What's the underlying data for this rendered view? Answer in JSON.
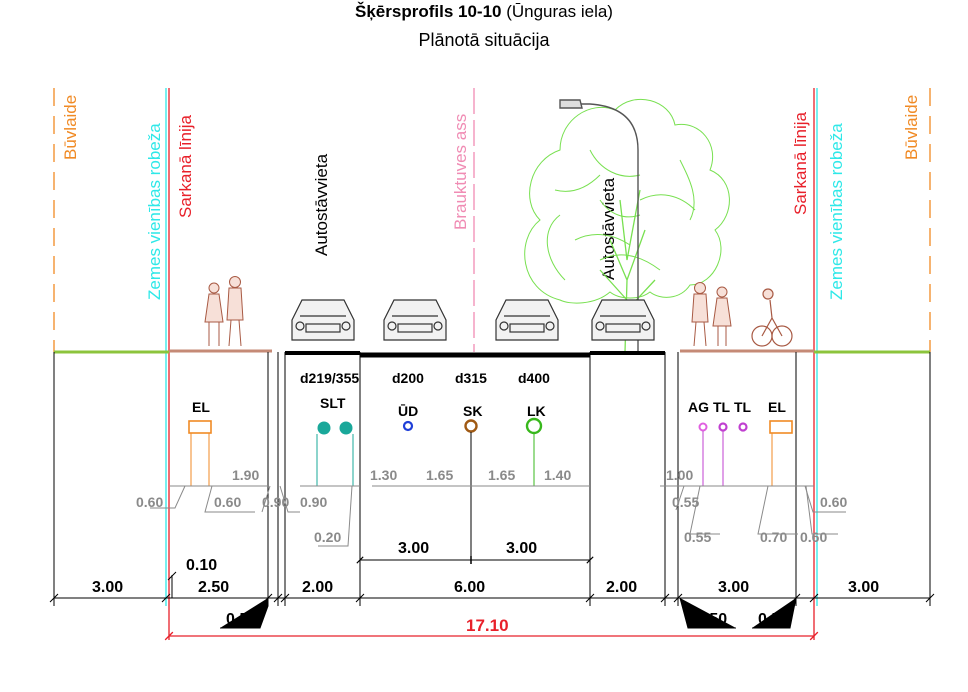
{
  "title": {
    "main_bold": "Šķērsprofils 10-10",
    "main_rest": " (Ūnguras iela)",
    "subtitle": "Plānotā situācija"
  },
  "vertical_labels": {
    "buvlaide_left": "Būvlaide",
    "zemes_left": "Zemes vienības robeža",
    "sarkana_left": "Sarkanā līnija",
    "autostavvieta_left": "Autostāvvieta",
    "brauktuves_ass": "Brauktuves ass",
    "autostavvieta_right": "Autostāvvieta",
    "sarkana_right": "Sarkanā līnija",
    "zemes_right": "Zemes vienības robeža",
    "buvlaide_right": "Būvlaide"
  },
  "utilities": {
    "el_left": "EL",
    "slt_diam": "d219/355",
    "slt": "SLT",
    "ud_diam": "d200",
    "ud": "ŪD",
    "sk_diam": "d315",
    "sk": "SK",
    "lk_diam": "d400",
    "lk": "LK",
    "ag": "AG",
    "tl1": "TL",
    "tl2": "TL",
    "el_right": "EL"
  },
  "offsets": {
    "d_190": "1.90",
    "d_060a": "0.60",
    "d_060b": "0.60",
    "d_090a": "0.90",
    "d_090b": "0.90",
    "d_020": "0.20",
    "d_130": "1.30",
    "d_165a": "1.65",
    "d_165b": "1.65",
    "d_140": "1.40",
    "d_100": "1.00",
    "d_055a": "0.55",
    "d_055b": "0.55",
    "d_060c": "0.60",
    "d_070": "0.70",
    "d_060d": "0.60",
    "d_010": "0.10"
  },
  "dimensions": {
    "lane_left": "3.00",
    "lane_right": "3.00",
    "w_left": "3.00",
    "w_250": "2.50",
    "w_050a": "0.50",
    "w_200a": "2.00",
    "w_600": "6.00",
    "w_200b": "2.00",
    "w_050b": "0.50",
    "w_300_side": "3.00",
    "w_050c": "0.50",
    "w_right": "3.00",
    "total": "17.10"
  },
  "colors": {
    "orange": "#f08a24",
    "cyan": "#2ee8e8",
    "red": "#e8202a",
    "pink": "#f08cb4",
    "green_ground": "#8cc43c",
    "blue": "#1f3fd8",
    "brown": "#a05a14",
    "green_pipe": "#38b81c",
    "teal": "#1aa89a",
    "magenta": "#c040d0",
    "grey": "#8a8a8a",
    "tree": "#78e050"
  }
}
